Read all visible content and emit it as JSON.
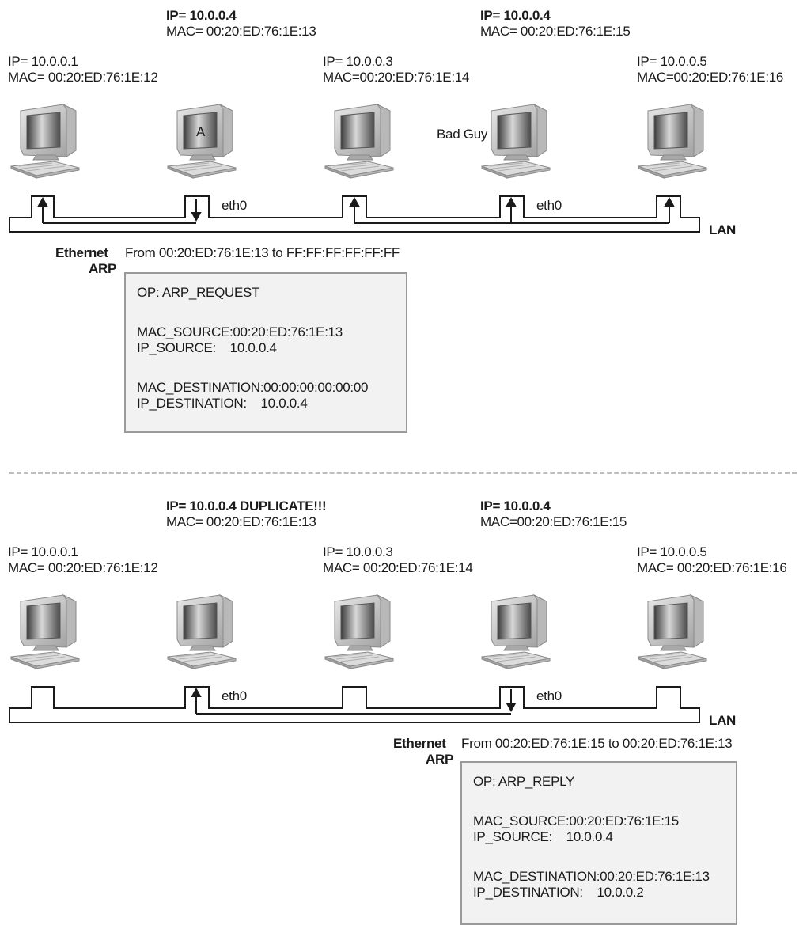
{
  "top": {
    "hosts": [
      {
        "ip": "IP= 10.0.0.1",
        "mac": "MAC= 00:20:ED:76:1E:12"
      },
      {
        "ip": "IP= 10.0.0.4",
        "mac": "MAC= 00:20:ED:76:1E:13",
        "screen_label": "A"
      },
      {
        "ip": "IP= 10.0.0.3",
        "mac": "MAC=00:20:ED:76:1E:14"
      },
      {
        "ip": "IP= 10.0.0.4",
        "mac": "MAC= 00:20:ED:76:1E:15",
        "side_label": "Bad Guy"
      },
      {
        "ip": "IP= 10.0.0.5",
        "mac": "MAC=00:20:ED:76:1E:16"
      }
    ],
    "eth_labels": [
      "eth0",
      "eth0"
    ],
    "lan_label": "LAN",
    "ethernet_label": "Ethernet",
    "arp_label": "ARP",
    "frame_text": "From 00:20:ED:76:1E:13 to FF:FF:FF:FF:FF:FF",
    "packet": {
      "op": "OP: ARP_REQUEST",
      "mac_source": "MAC_SOURCE:00:20:ED:76:1E:13",
      "ip_source": "IP_SOURCE:    10.0.0.4",
      "mac_destination": "MAC_DESTINATION:00:00:00:00:00:00",
      "ip_destination": "IP_DESTINATION:    10.0.0.4"
    }
  },
  "bottom": {
    "hosts": [
      {
        "ip": "IP= 10.0.0.1",
        "mac": "MAC= 00:20:ED:76:1E:12"
      },
      {
        "ip": "IP= 10.0.0.4 DUPLICATE!!!",
        "mac": "MAC= 00:20:ED:76:1E:13"
      },
      {
        "ip": "IP= 10.0.0.3",
        "mac": "MAC= 00:20:ED:76:1E:14"
      },
      {
        "ip": "IP= 10.0.0.4",
        "mac": "MAC=00:20:ED:76:1E:15"
      },
      {
        "ip": "IP= 10.0.0.5",
        "mac": "MAC= 00:20:ED:76:1E:16"
      }
    ],
    "eth_labels": [
      "eth0",
      "eth0"
    ],
    "lan_label": "LAN",
    "ethernet_label": "Ethernet",
    "arp_label": "ARP",
    "frame_text": "From 00:20:ED:76:1E:15 to 00:20:ED:76:1E:13",
    "packet": {
      "op": "OP: ARP_REPLY",
      "mac_source": "MAC_SOURCE:00:20:ED:76:1E:15",
      "ip_source": "IP_SOURCE:    10.0.0.4",
      "mac_destination": "MAC_DESTINATION:00:20:ED:76:1E:13",
      "ip_destination": "IP_DESTINATION:    10.0.0.2"
    }
  },
  "colors": {
    "packet_fill": "#f2f2f2",
    "packet_border": "#9a9a9a",
    "line": "#1a1a1a",
    "divider": "#bdbdbd"
  },
  "icons": [
    "desktop-computer-icon",
    "up-arrow-icon",
    "down-arrow-icon"
  ]
}
